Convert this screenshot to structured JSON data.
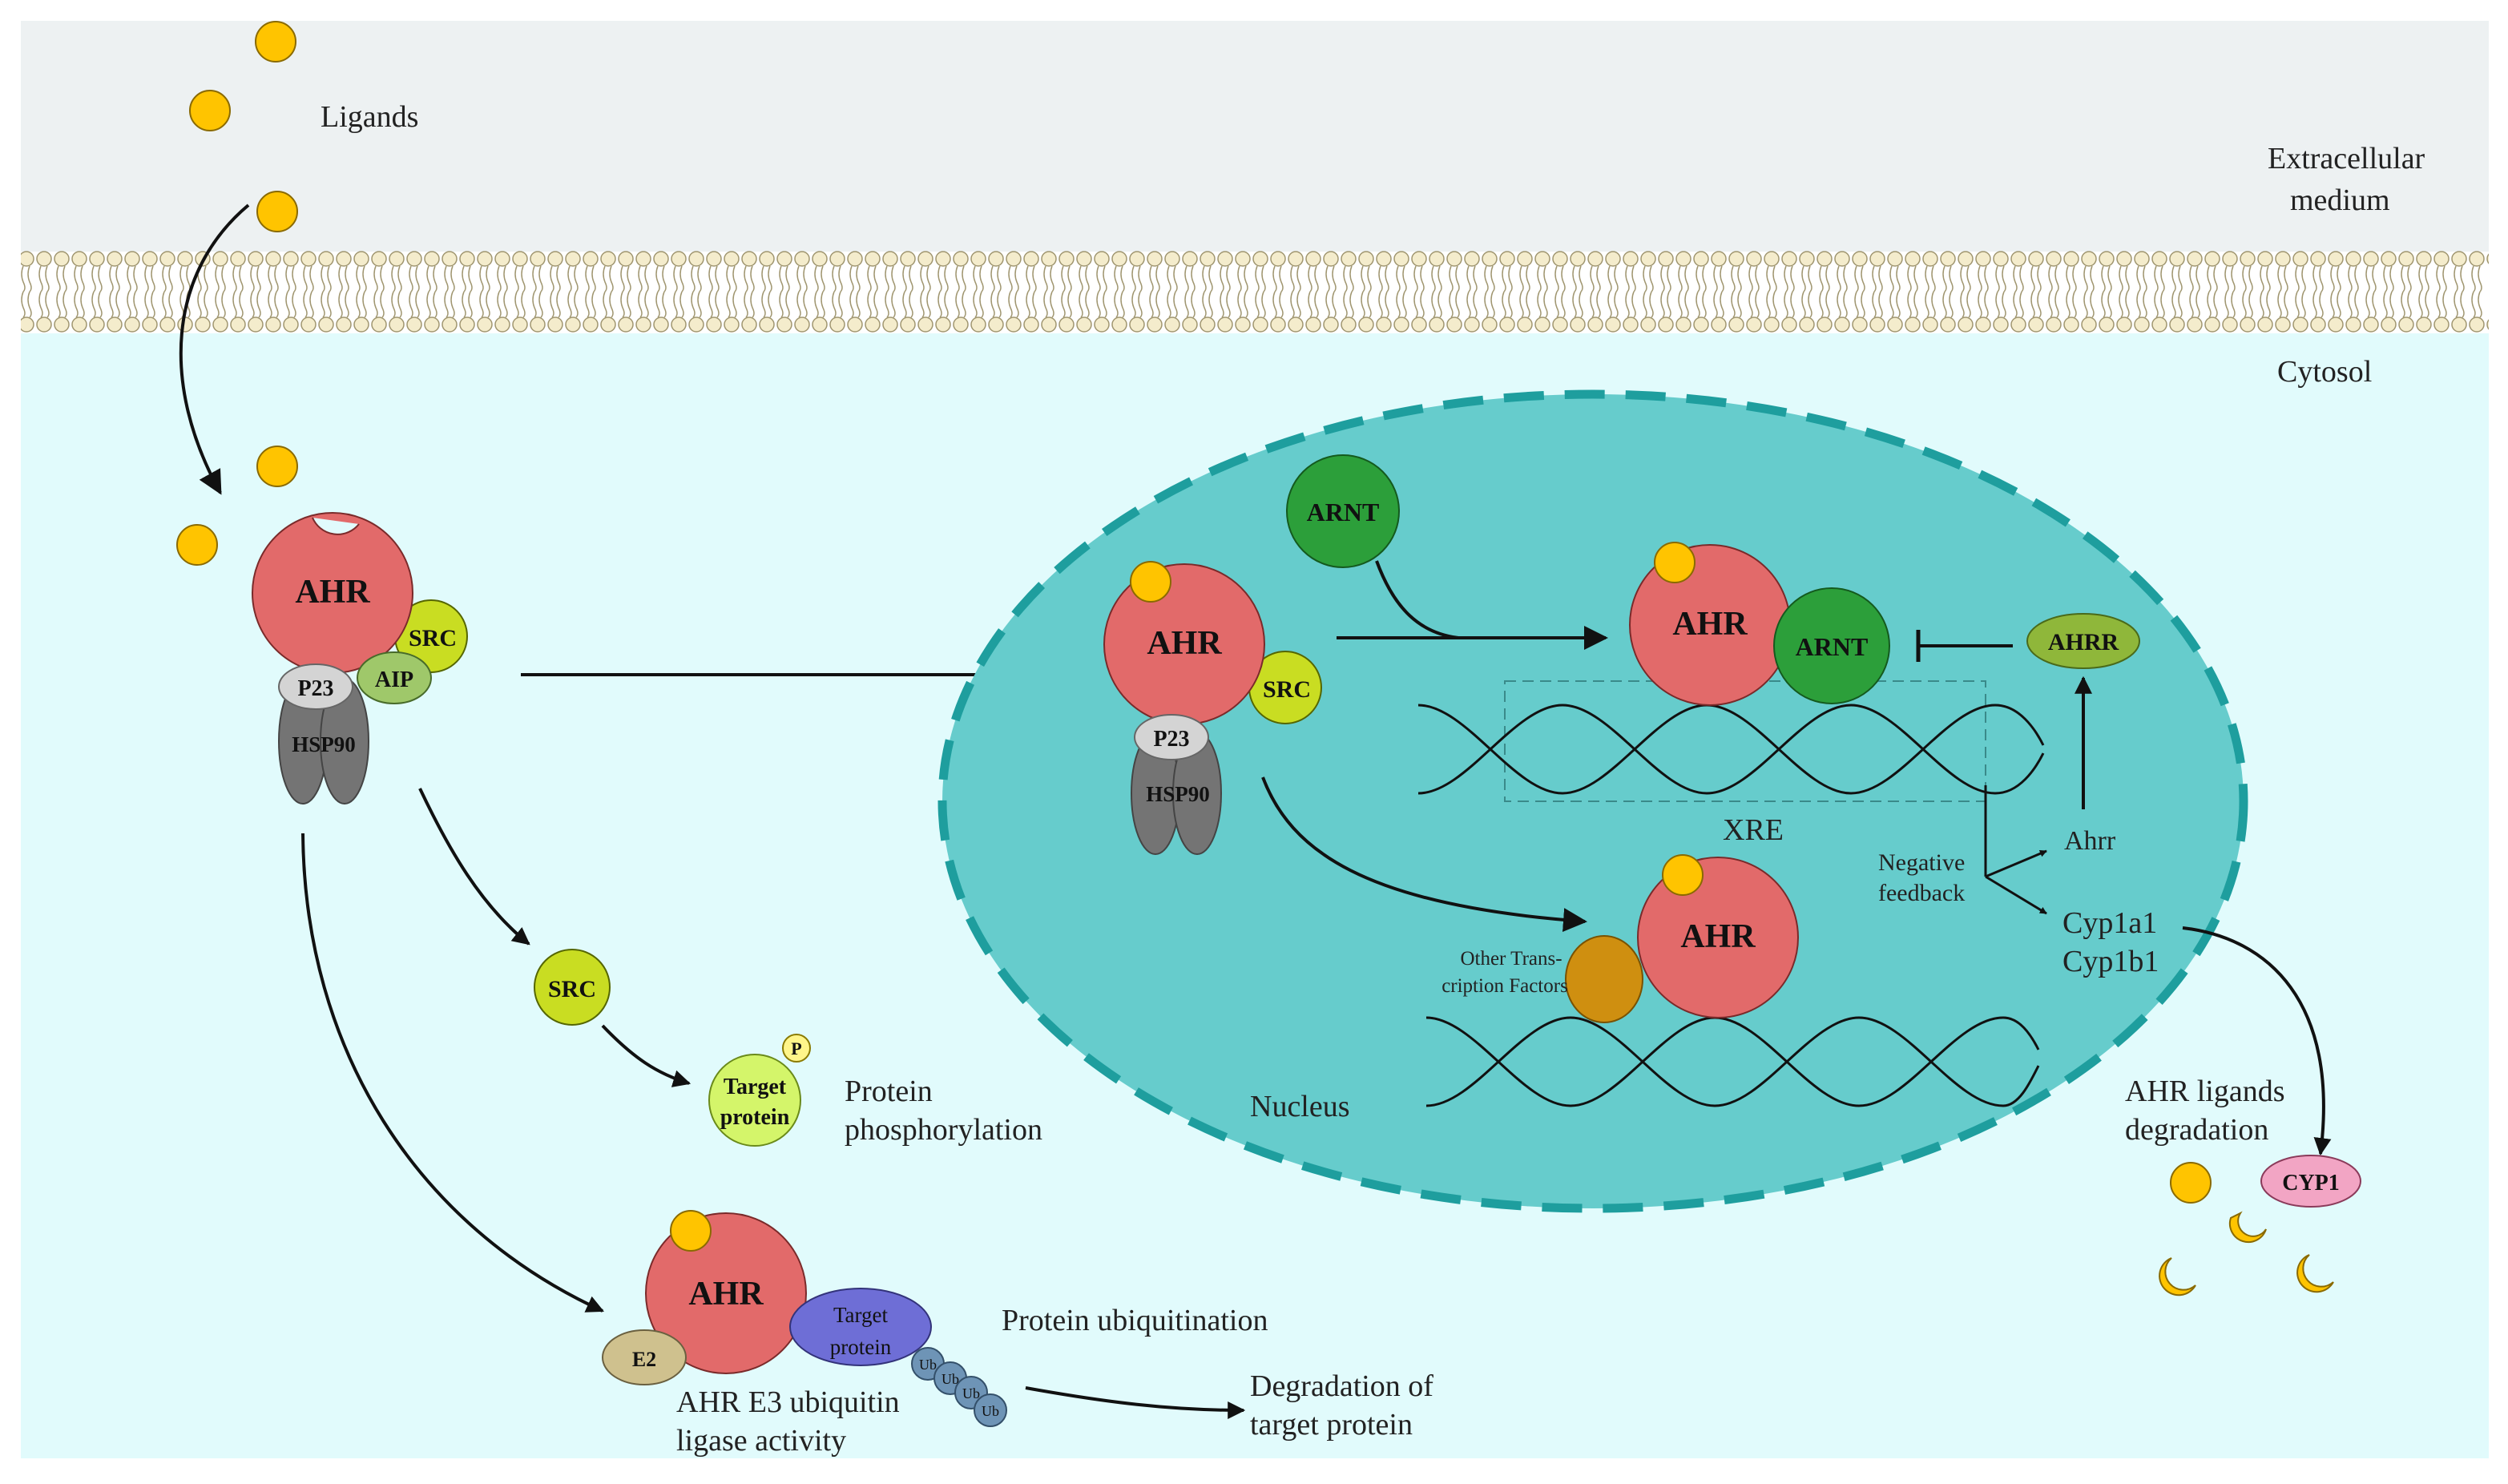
{
  "labels": {
    "ligands": "Ligands",
    "extracellular": "Extracellular",
    "medium": "medium",
    "cytosol": "Cytosol",
    "nucleus": "Nucleus",
    "xre": "XRE",
    "negative": "Negative",
    "feedback": "feedback",
    "ahrr_gene": "Ahrr",
    "cyp1a1": "Cyp1a1",
    "cyp1b1": "Cyp1b1",
    "ligand_degradation_1": "AHR ligands",
    "ligand_degradation_2": "degradation",
    "phospho_1": "Protein",
    "phospho_2": "phosphorylation",
    "ubiquitination": "Protein ubiquitination",
    "degradation_1": "Degradation of",
    "degradation_2": "target protein",
    "e3_1": "AHR E3 ubiquitin",
    "e3_2": "ligase activity",
    "other_tf_1": "Other Trans-",
    "other_tf_2": "cription Factors"
  },
  "molecules": {
    "ahr": "AHR",
    "src": "SRC",
    "aip": "AIP",
    "p23": "P23",
    "hsp90": "HSP90",
    "arnt": "ARNT",
    "ahrr": "AHRR",
    "cyp1": "CYP1",
    "e2": "E2",
    "ub": "Ub",
    "p": "P",
    "target_1": "Target",
    "target_2": "protein"
  },
  "colors": {
    "extracellular": "#edf1f2",
    "cytosol": "#e1fbfc",
    "nucleus": "#66cccc",
    "nucleus_border": "#1e9e9e",
    "ahr": "#e26a6a",
    "src": "#c9dd22",
    "aip": "#9fc86a",
    "p23": "#d4d4d4",
    "hsp90": "#747474",
    "arnt": "#2c9f3a",
    "ahrr": "#8fb73a",
    "ligand": "#ffc400",
    "cyp1": "#f2a5c4",
    "target_phos": "#d4f56a",
    "target_ubi": "#6e6ed6",
    "ub": "#6e94b6",
    "e2": "#cfc18e",
    "other_tf": "#cf8f10"
  }
}
